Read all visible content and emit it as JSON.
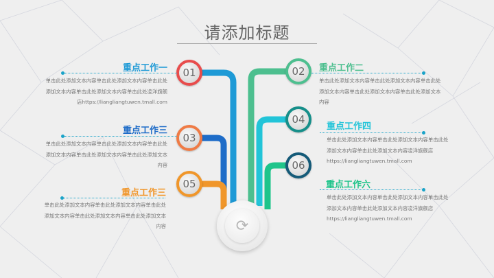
{
  "title": "请添加标题",
  "center_icon": "refresh-icon",
  "items": [
    {
      "num": "01",
      "heading": "重点工作一",
      "color": "#1e9ad6",
      "ring": "#e84c4c",
      "text": "单击此处添加文本内容单击此处添加文本内容单击此处添加文本内容单击此处添加文本内容单击此处凌洋旗舰店https://liangliangtuwen.tmall.com"
    },
    {
      "num": "02",
      "heading": "重点工作二",
      "color": "#4dbf8f",
      "ring": "#4dbf8f",
      "text": "单击此处添加文本内容单击此处添加文本内容单击此处添加文本内容单击此处添加文本内容单击此处添加文本内容"
    },
    {
      "num": "03",
      "heading": "重点工作三",
      "color": "#1e6cc8",
      "ring": "#ef7b45",
      "text": "单击此处添加文本内容单击此处添加文本内容单击此处添加文本内容单击此处添加文本内容单击此处添加文本内容"
    },
    {
      "num": "04",
      "heading": "重点工作四",
      "color": "#22c4d8",
      "ring": "#168f8a",
      "text": "单击此处添加文本内容单击此处添加文本内容单击此处添加文本内容单击此处添加文本内容凌洋旗舰店",
      "url": "https://liangliangtuwen.tmall.com"
    },
    {
      "num": "05",
      "heading": "重点工作三",
      "color": "#f0962a",
      "ring": "#f0962a",
      "text": "单击此处添加文本内容单击此处添加文本内容单击此处添加文本内容单击此处添加文本内容单击此处添加文本内容"
    },
    {
      "num": "06",
      "heading": "重点工作六",
      "color": "#1ec48a",
      "ring": "#145a78",
      "text": "单击此处添加文本内容单击此处添加文本内容单击此处添加文本内容单击此处添加文本内容凌洋旗舰店",
      "url": "https://liangliangtuwen.tmall.com"
    }
  ]
}
